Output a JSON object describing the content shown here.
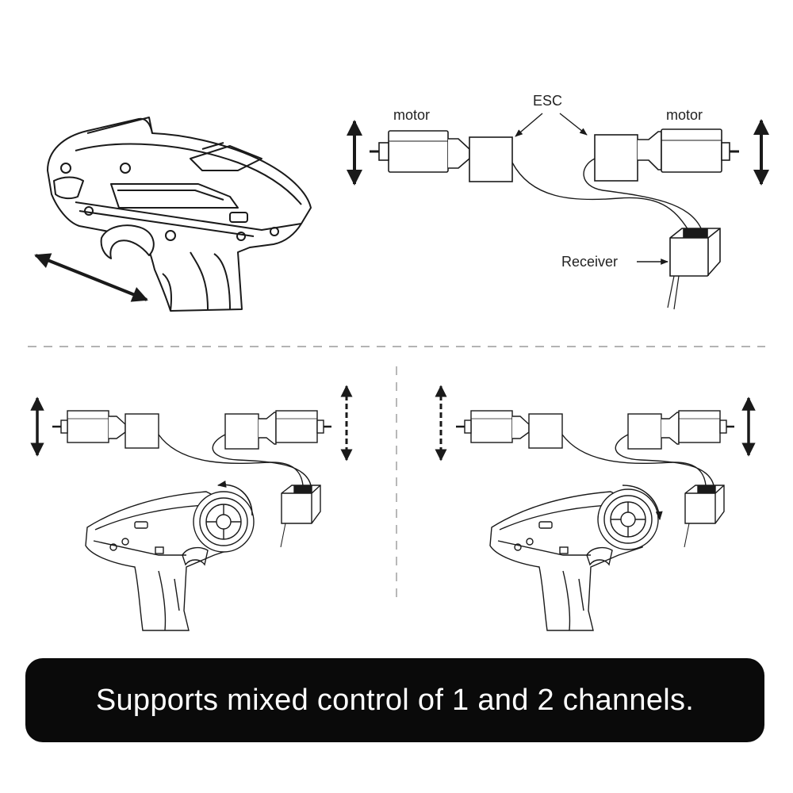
{
  "labels": {
    "motor_left": "motor",
    "motor_right": "motor",
    "esc": "ESC",
    "receiver": "Receiver"
  },
  "banner": {
    "text": "Supports mixed control of 1 and 2 channels."
  },
  "colors": {
    "ink": "#1a1a1a",
    "banner_bg": "#0a0a0a",
    "banner_text": "#ffffff",
    "divider": "#9a9a9a"
  }
}
